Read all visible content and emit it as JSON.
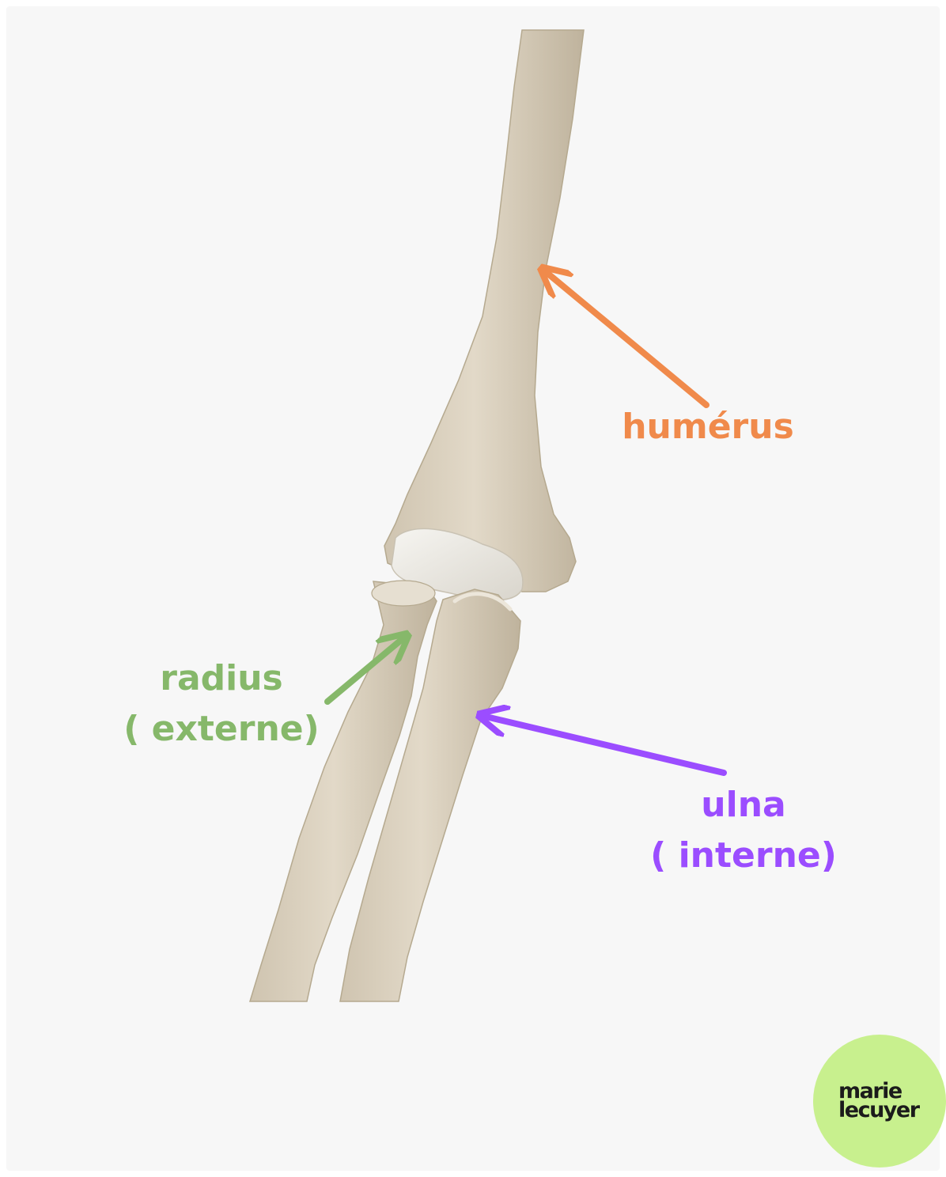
{
  "labels": {
    "humerus": {
      "line1": "humérus"
    },
    "radius": {
      "line1": "radius",
      "line2": "( externe)"
    },
    "ulna": {
      "line1": "ulna",
      "line2": "( interne)"
    }
  },
  "colors": {
    "humerus": "#f08a4b",
    "radius": "#86b86a",
    "ulna": "#9b4dff",
    "bone": "#ddd3c1",
    "bone_shadow": "#bdb09a",
    "cartilage": "#f1efea",
    "logo_bg": "#c8f08e"
  },
  "logo": {
    "line1": "marie",
    "line2": "lecuyer"
  }
}
